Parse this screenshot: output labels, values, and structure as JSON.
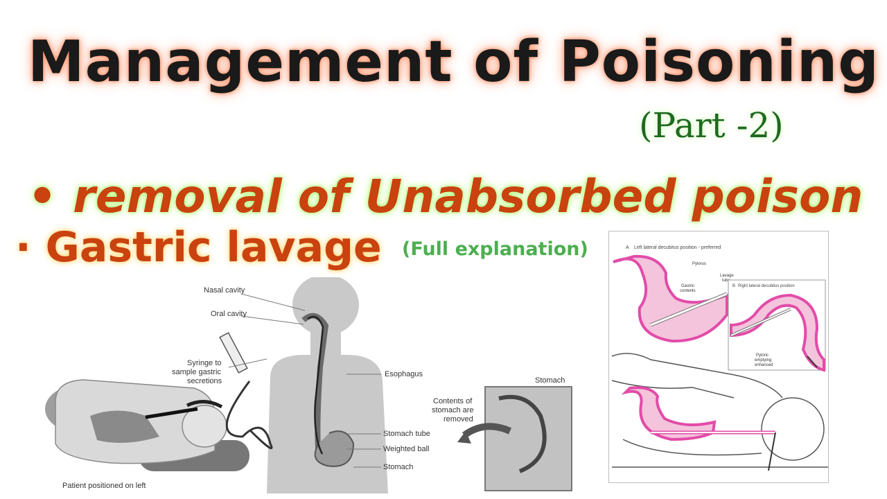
{
  "title": "Management of Poisoning",
  "subtitle": "(Part -2)",
  "bullets": {
    "b1": "• removal of Unabsorbed poison",
    "b2": "· Gastric lavage",
    "note": "(Full explanation)"
  },
  "left_figure": {
    "labels": {
      "nasal_cavity": "Nasal cavity",
      "oral_cavity": "Oral cavity",
      "syringe_1": "Syringe to",
      "syringe_2": "sample gastric",
      "syringe_3": "secretions",
      "esophagus": "Esophagus",
      "stomach_tube": "Stomach tube",
      "weighted_ball": "Weighted ball",
      "stomach": "Stomach",
      "stomach_top": "Stomach",
      "contents_1": "Contents of",
      "contents_2": "stomach are",
      "contents_3": "removed",
      "patient": "Patient positioned on left"
    }
  },
  "right_figure": {
    "labels": {
      "panel_a": "A",
      "panel_a_title": "Left lateral decubitus position - preferred",
      "pylorus": "Pylorus",
      "lavage_1": "Lavage",
      "lavage_2": "tube",
      "gastric_1": "Gastric",
      "gastric_2": "contents",
      "panel_b": "B",
      "panel_b_title": "Right lateral decubitus position",
      "pyloric_1": "Pyloric",
      "pyloric_2": "emptying",
      "pyloric_3": "enhanced"
    }
  },
  "colors": {
    "title": "#1a1a1a",
    "subtitle": "#1f6a1f",
    "bullets": "#c9420f",
    "note": "#4caf50",
    "stomach_pink": "#e24ca8",
    "stomach_fill": "#f4c4dc"
  }
}
